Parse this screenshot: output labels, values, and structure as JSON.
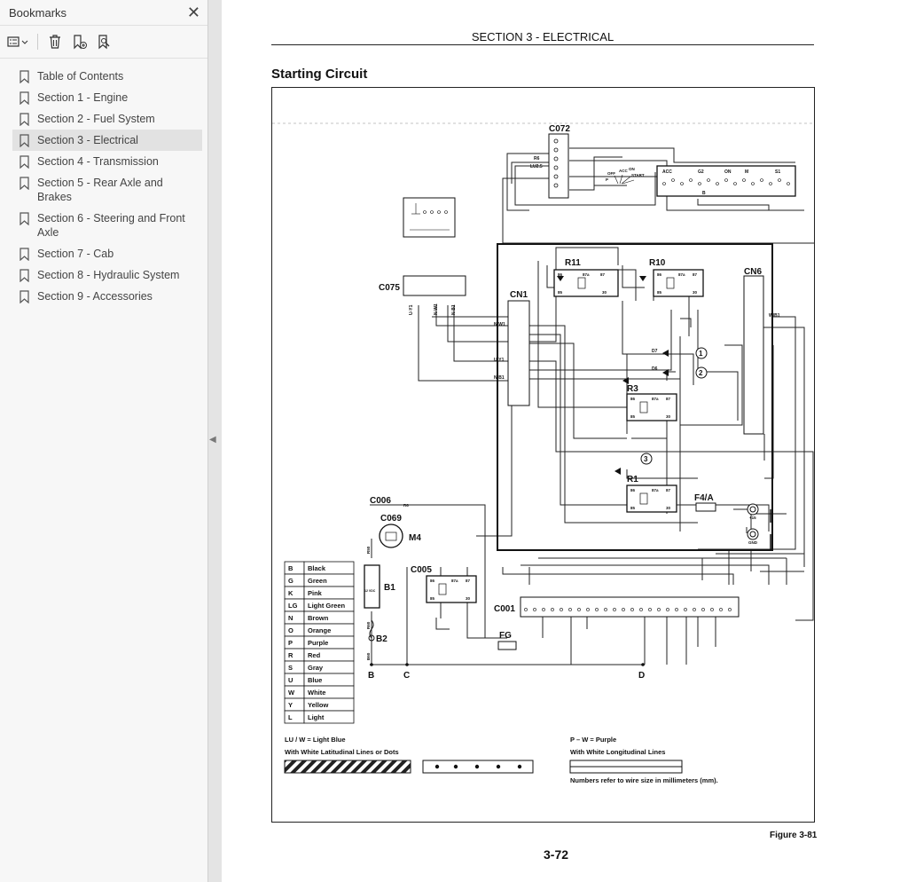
{
  "sidebar": {
    "title": "Bookmarks",
    "close_icon": "close-icon",
    "toolbar": [
      "list-options-icon",
      "delete-bookmark-icon",
      "add-bookmark-icon",
      "find-bookmark-icon"
    ],
    "items": [
      {
        "label": "Table of Contents"
      },
      {
        "label": "Section 1 - Engine"
      },
      {
        "label": "Section 2 - Fuel System"
      },
      {
        "label": "Section 3 - Electrical",
        "active": true
      },
      {
        "label": "Section 4 - Transmission"
      },
      {
        "label": "Section 5 - Rear Axle and Brakes"
      },
      {
        "label": "Section 6 - Steering and Front Axle"
      },
      {
        "label": "Section 7 - Cab"
      },
      {
        "label": "Section 8 - Hydraulic System"
      },
      {
        "label": "Section 9 - Accessories"
      }
    ]
  },
  "page": {
    "header": "SECTION 3 - ELECTRICAL",
    "title": "Starting Circuit",
    "figure_caption": "Figure 3-81",
    "page_number": "3-72"
  },
  "diagram": {
    "components": {
      "c072": "C072",
      "c075": "C075",
      "cn1": "CN1",
      "cn6": "CN6",
      "r11": "R11",
      "r10": "R10",
      "r3": "R3",
      "r1": "R1",
      "f4a": "F4/A",
      "c006": "C006",
      "c069": "C069",
      "m4": "M4",
      "b1": "B1",
      "b2": "B2",
      "c005": "C005",
      "c001": "C001",
      "fg": "FG",
      "term_b": "B",
      "term_c": "C",
      "term_d": "D",
      "circle1": "1",
      "circle2": "2",
      "circle3": "3",
      "d7": "D7",
      "d6": "D6",
      "plus15": "+15",
      "gnd": "GND"
    },
    "wire_labels": {
      "r6": "R6",
      "lu25": "LU2.5",
      "nw1": "N-W1",
      "uy1": "U-Y1",
      "nb1": "N-B1",
      "wb1": "W/B1",
      "r50": "R50",
      "r60": "R60",
      "b60": "B60"
    },
    "switch_labels": {
      "off": "OFF",
      "p": "P",
      "acc": "ACC",
      "on": "ON",
      "start": "START",
      "acc2": "ACC",
      "g2": "G2",
      "on2": "ON",
      "m": "M",
      "s1": "S1",
      "b": "B"
    },
    "relay_pins": {
      "p86": "86",
      "p87a": "87a",
      "p87": "87",
      "p85": "85",
      "p30": "30"
    },
    "battery_label": "12 VDC",
    "color_legend": [
      {
        "code": "B",
        "name": "Black"
      },
      {
        "code": "G",
        "name": "Green"
      },
      {
        "code": "K",
        "name": "Pink"
      },
      {
        "code": "LG",
        "name": "Light Green"
      },
      {
        "code": "N",
        "name": "Brown"
      },
      {
        "code": "O",
        "name": "Orange"
      },
      {
        "code": "P",
        "name": "Purple"
      },
      {
        "code": "R",
        "name": "Red"
      },
      {
        "code": "S",
        "name": "Gray"
      },
      {
        "code": "U",
        "name": "Blue"
      },
      {
        "code": "W",
        "name": "White"
      },
      {
        "code": "Y",
        "name": "Yellow"
      },
      {
        "code": "L",
        "name": "Light"
      }
    ],
    "notes": {
      "lu_w": "LU / W = Light Blue",
      "lu_w_desc": "With White Latitudinal Lines or Dots",
      "p_w": "P – W = Purple",
      "p_w_desc": "With White Longitudinal Lines",
      "wire_size": "Numbers refer to wire size in millimeters (mm)."
    }
  },
  "colors": {
    "page": "#ffffff",
    "viewer_bg": "#e4e4e4",
    "sidebar_bg": "#f7f7f7",
    "active_item": "#e2e2e2"
  }
}
